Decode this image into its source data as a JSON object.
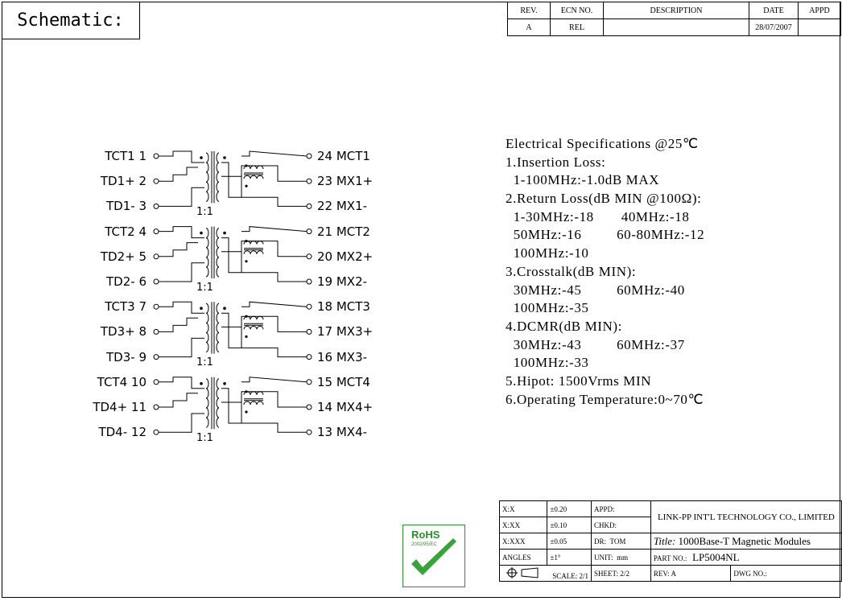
{
  "header": {
    "title": "Schematic:"
  },
  "revision_table": {
    "headers": [
      "REV.",
      "ECN NO.",
      "DESCRIPTION",
      "DATE",
      "APPD"
    ],
    "row": [
      "A",
      "REL",
      "",
      "28/07/2007",
      ""
    ]
  },
  "pins_left": [
    "TCT1 1",
    "TD1+ 2",
    "TD1- 3",
    "TCT2 4",
    "TD2+ 5",
    "TD2- 6",
    "TCT3 7",
    "TD3+ 8",
    "TD3- 9",
    "TCT4 10",
    "TD4+ 11",
    "TD4- 12"
  ],
  "pins_right": [
    "24 MCT1",
    "23 MX1+",
    "22 MX1-",
    "21 MCT2",
    "20 MX2+",
    "19 MX2-",
    "18 MCT3",
    "17 MX3+",
    "16 MX3-",
    "15 MCT4",
    "14 MX4+",
    "13 MX4-"
  ],
  "ratio_labels": [
    "1:1",
    "1:1",
    "1:1",
    "1:1"
  ],
  "specs": [
    "Electrical Specifications @25℃",
    "1.Insertion Loss:",
    "  1-100MHz:-1.0dB MAX",
    "2.Return Loss(dB MIN @100Ω):",
    "  1-30MHz:-18       40MHz:-18",
    "  50MHz:-16         60-80MHz:-12",
    "  100MHz:-10",
    "3.Crosstalk(dB MIN):",
    "  30MHz:-45         60MHz:-40",
    "  100MHz:-35",
    "4.DCMR(dB MIN):",
    "  30MHz:-43         60MHz:-37",
    "  100MHz:-33",
    "5.Hipot: 1500Vrms MIN",
    "6.Operating Temperature:0~70℃"
  ],
  "rohs": {
    "label": "RoHS",
    "sub": "2002/95/EC"
  },
  "title_block": {
    "tol_x": "X:X",
    "tol_x_val": "±0.20",
    "tol_xx": "X:XX",
    "tol_xx_val": "±0.10",
    "tol_xxx": "X:XXX",
    "tol_xxx_val": "±0.05",
    "angles": "ANGLES",
    "angles_val": "±1°",
    "appd": "APPD:",
    "chkd": "CHKD:",
    "dr": "DR:",
    "dr_val": "TOM",
    "unit": "UNIT:",
    "unit_val": "mm",
    "company": "LINK-PP INT'L TECHNOLOGY CO., LIMITED",
    "title_label": "Title:",
    "title_val": "1000Base-T Magnetic Modules",
    "part_label": "PART NO.:",
    "part_val": "LP5004NL",
    "scale": "SCALE:",
    "scale_val": "2/1",
    "sheet": "SHEET:",
    "sheet_val": "2/2",
    "rev": "REV:",
    "rev_val": "A",
    "dwg": "DWG NO.:"
  }
}
